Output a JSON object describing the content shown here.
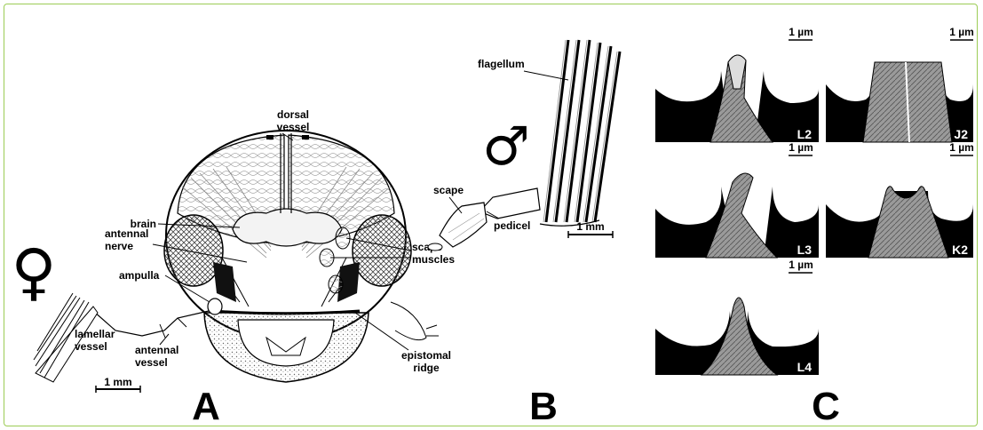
{
  "labels": {
    "dorsal_vessel": [
      "dorsal",
      "vessel"
    ],
    "brain": "brain",
    "antennal_nerve": [
      "antennal",
      "nerve"
    ],
    "ampulla": "ampulla",
    "lamellar_vessel": [
      "lamellar",
      "vessel"
    ],
    "antennal_vessel": [
      "antennal",
      "vessel"
    ],
    "scape_muscles": [
      "scape",
      "muscles"
    ],
    "epistomal_ridge": [
      "epistomal",
      "ridge"
    ],
    "flagellum": "flagellum",
    "scape": "scape",
    "pedicel": "pedicel"
  },
  "scale_bars": {
    "panel_a": "1 mm",
    "panel_b": "1 mm",
    "panel_c": "1 µm"
  },
  "sex_symbols": {
    "female": "♀",
    "male": "♂"
  },
  "panel_letters": [
    "A",
    "B",
    "C"
  ],
  "micrographs": [
    "L2",
    "J2",
    "L3",
    "K2",
    "L4"
  ]
}
